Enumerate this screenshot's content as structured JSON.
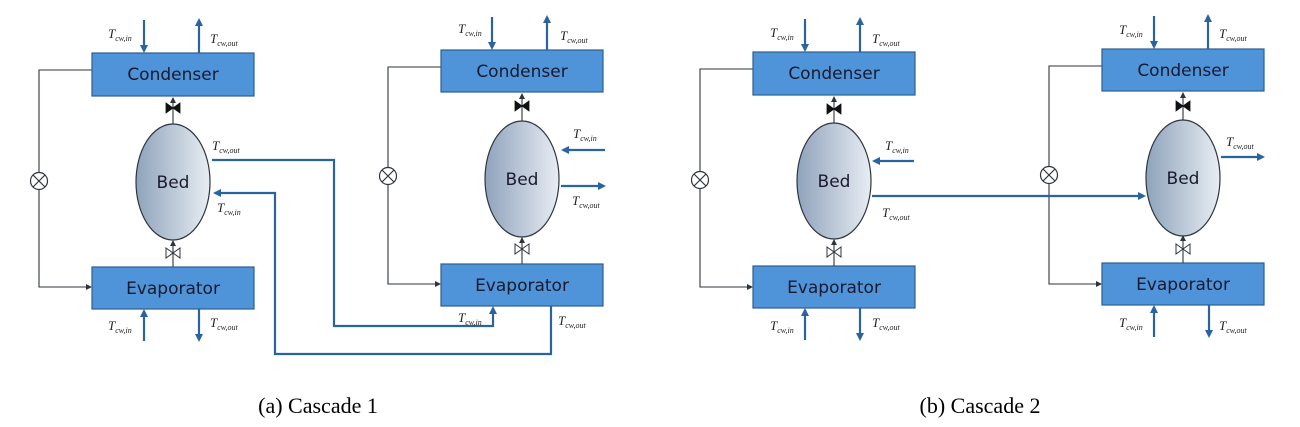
{
  "colors": {
    "component_fill": "#4f93d8",
    "water_line": "#2a64a0",
    "refrigerant_line": "#2e3440",
    "bed_gradient_dark": "#8fa3bb",
    "bed_gradient_light": "#e8edf3"
  },
  "labels": {
    "condenser": "Condenser",
    "evaporator": "Evaporator",
    "bed": "Bed",
    "t": "T",
    "cw_in": "cw,in",
    "cw_out": "cw,out"
  },
  "icons": {
    "expansion_valve": "circle-x-icon",
    "check_valve_closed": "bowtie-valve-filled-icon",
    "check_valve_open": "bowtie-valve-open-icon"
  },
  "panels": [
    {
      "id": "a",
      "caption": "(a)  Cascade  1",
      "units": 2,
      "connection": "bed outlet to evaporator of unit 2, evaporator outlet returns to bed inlet of unit 1"
    },
    {
      "id": "b",
      "caption": "(b)  Cascade  2",
      "units": 2,
      "connection": "bed outlet of unit 1 feeds bed inlet of unit 2"
    }
  ]
}
